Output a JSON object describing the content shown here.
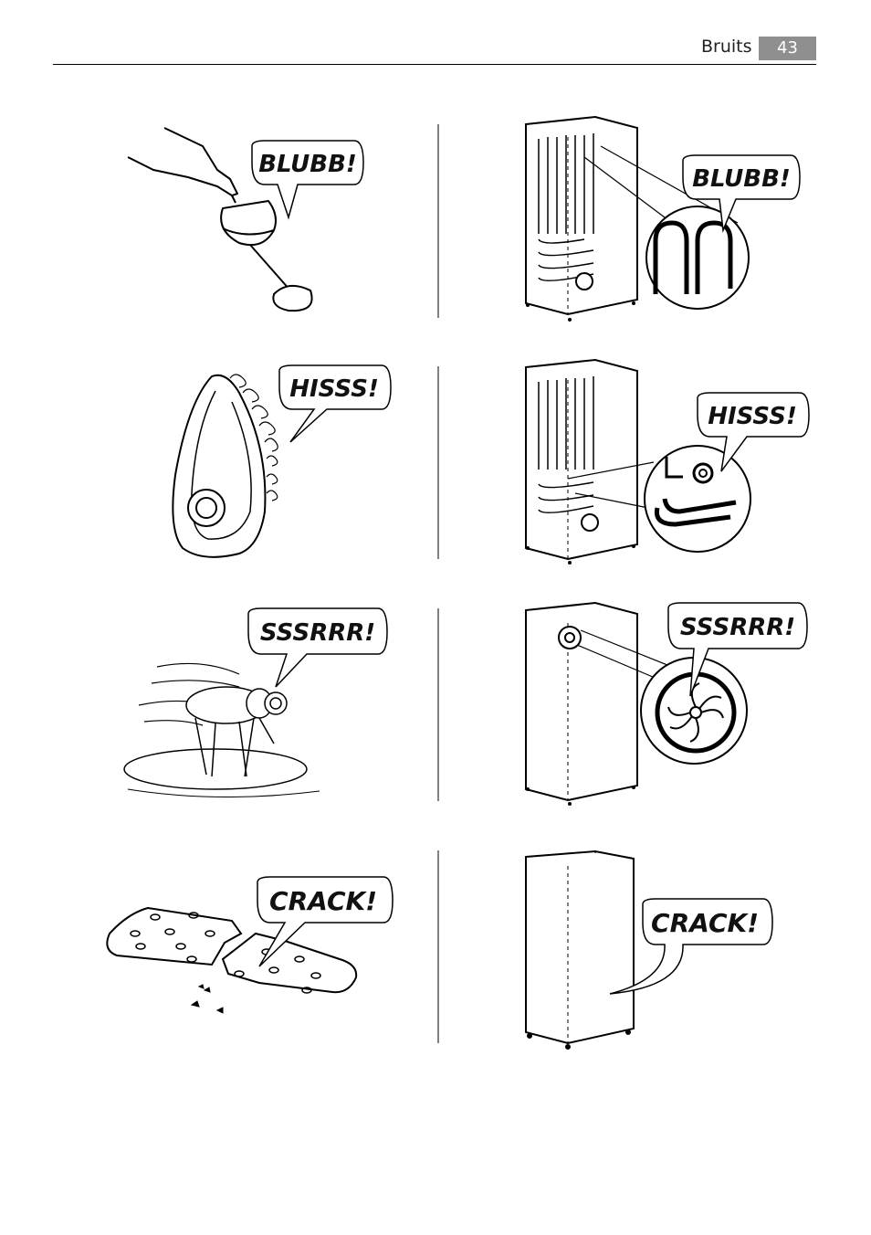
{
  "header": {
    "section_title": "Bruits",
    "page_number": "43"
  },
  "rows": [
    {
      "left_sound": "BLUBB!",
      "right_sound": "BLUBB!",
      "left_icon": "wine-glass-icon",
      "right_icon": "fridge-cooling-coil-icon"
    },
    {
      "left_sound": "HISSS!",
      "right_sound": "HISSS!",
      "left_icon": "steam-iron-icon",
      "right_icon": "fridge-refrigerant-valve-icon"
    },
    {
      "left_sound": "SSSRRR!",
      "right_sound": "SSSRRR!",
      "left_icon": "buzzing-fly-icon",
      "right_icon": "fridge-fan-icon"
    },
    {
      "left_sound": "CRACK!",
      "right_sound": "CRACK!",
      "left_icon": "breaking-cracker-icon",
      "right_icon": "fridge-cabinet-icon"
    }
  ]
}
